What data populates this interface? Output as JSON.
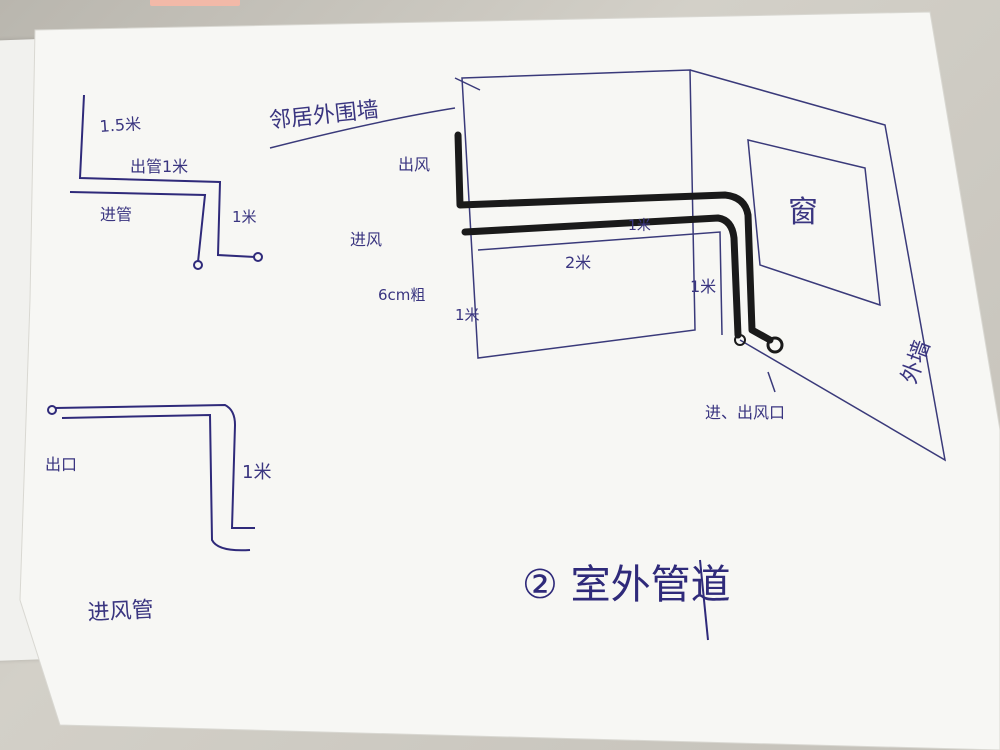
{
  "sketch": {
    "label_top_left_length": "1.5米",
    "label_outlet_pipe": "出管1米",
    "label_inlet_pipe": "进管",
    "label_right_length": "1米",
    "label_neighbor_wall": "邻居外围墙",
    "label_exhaust": "出风",
    "label_intake": "进风",
    "label_pipe_size": "6cm粗",
    "label_left_height": "1米",
    "label_horizontal_length": "2米",
    "label_horizontal_top": "1米",
    "label_vertical": "1米",
    "label_window": "窗",
    "label_vents": "进、出风口",
    "label_outer_wall": "外墙",
    "label_lower_length": "1米",
    "label_lower_inlet_left": "出口",
    "label_lower_bottom": "进风管",
    "title": "② 室外管道"
  },
  "colors": {
    "ink": "#2f2a7a",
    "marker": "#1a1a1a",
    "paper": "#f7f7f4"
  }
}
